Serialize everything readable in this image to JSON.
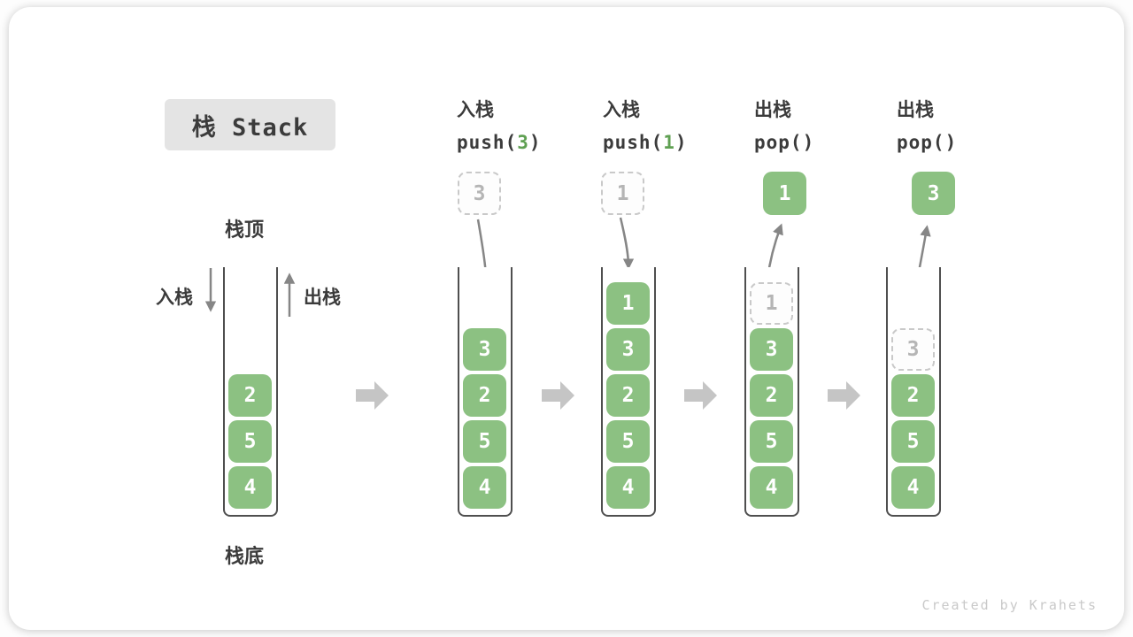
{
  "title": "栈 Stack",
  "watermark": "Created by Krahets",
  "labels": {
    "stack_top": "栈顶",
    "stack_bottom": "栈底",
    "push_direction": "入栈",
    "pop_direction": "出栈"
  },
  "stages": [
    {
      "name": "initial-stack",
      "stack": [
        "2",
        "5",
        "4"
      ]
    },
    {
      "name": "push-3",
      "header_title": "入栈",
      "code_pre": "push(",
      "code_arg": "3",
      "code_post": ")",
      "floating_value": "3",
      "floating_style": "dashed",
      "stack": [
        "3",
        "2",
        "5",
        "4"
      ]
    },
    {
      "name": "push-1",
      "header_title": "入栈",
      "code_pre": "push(",
      "code_arg": "1",
      "code_post": ")",
      "floating_value": "1",
      "floating_style": "dashed",
      "stack": [
        "1",
        "3",
        "2",
        "5",
        "4"
      ]
    },
    {
      "name": "pop-first",
      "header_title": "出栈",
      "code_pre": "pop()",
      "code_arg": "",
      "code_post": "",
      "floating_value": "1",
      "floating_style": "solid",
      "ghost_value": "1",
      "stack": [
        "3",
        "2",
        "5",
        "4"
      ]
    },
    {
      "name": "pop-second",
      "header_title": "出栈",
      "code_pre": "pop()",
      "code_arg": "",
      "code_post": "",
      "floating_value": "3",
      "floating_style": "solid",
      "ghost_value": "3",
      "stack": [
        "2",
        "5",
        "4"
      ]
    }
  ],
  "colors": {
    "box_green": "#8CC182",
    "code_green": "#5FA052",
    "ghost_border": "#c9c9c9",
    "ghost_text": "#b5b5b5",
    "arrow_gray": "#868686",
    "chevron_gray": "#c5c5c5",
    "wall_gray": "#4f4f4f",
    "ink": "#3b3b3b",
    "title_bg": "#e4e4e4",
    "watermark_gray": "#c9c9c9"
  }
}
